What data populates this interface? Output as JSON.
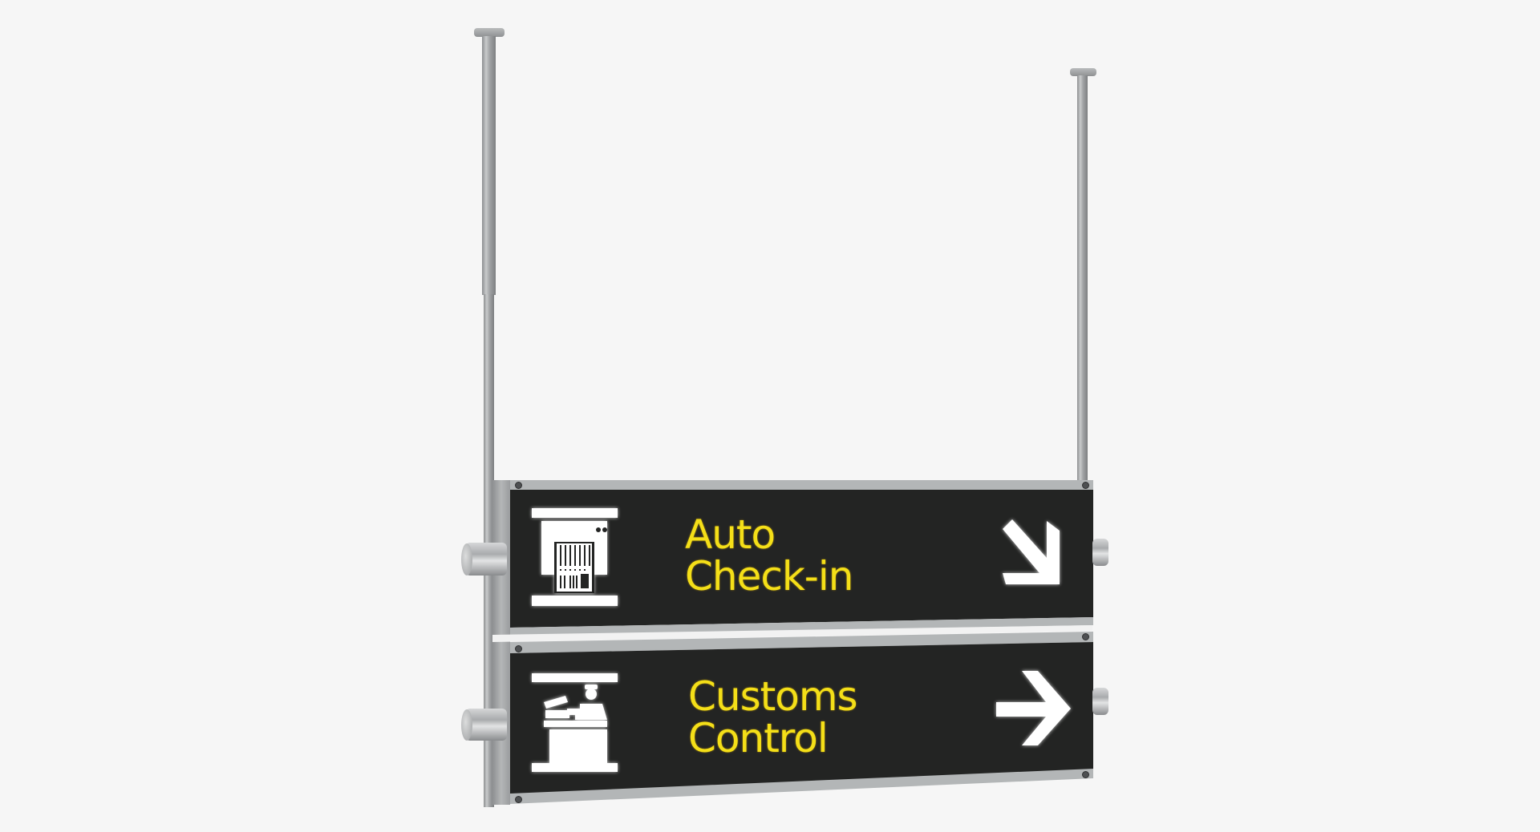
{
  "scene": {
    "description": "Hanging airport directional sign assembly with two panels",
    "background_color": "#f6f6f6",
    "panel_color": "#232423",
    "text_color": "#f4df18",
    "icon_color": "#ffffff",
    "frame_color": "#b3b6b7"
  },
  "signs": [
    {
      "icon": "auto-check-in-kiosk-icon",
      "line1": "Auto",
      "line2": "Check-in",
      "arrow": "arrow-down-right-icon"
    },
    {
      "icon": "customs-officer-desk-icon",
      "line1": "Customs",
      "line2": "Control",
      "arrow": "arrow-right-icon"
    }
  ]
}
